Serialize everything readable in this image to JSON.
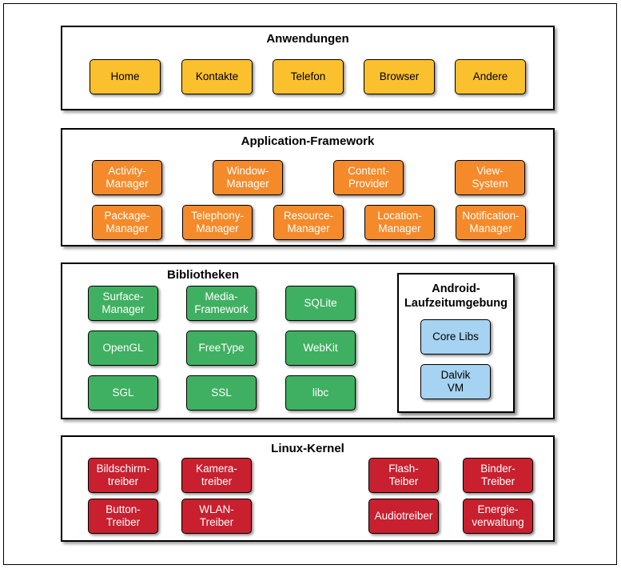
{
  "layers": {
    "applications": {
      "title": "Anwendungen",
      "items": [
        "Home",
        "Kontakte",
        "Telefon",
        "Browser",
        "Andere"
      ]
    },
    "framework": {
      "title": "Application-Framework",
      "row1": [
        "Activity-\nManager",
        "Window-\nManager",
        "Content-\nProvider",
        "View-\nSystem"
      ],
      "row2": [
        "Package-\nManager",
        "Telephony-\nManager",
        "Resource-\nManager",
        "Location-\nManager",
        "Notification-\nManager"
      ]
    },
    "libraries": {
      "title": "Bibliotheken",
      "items": [
        "Surface-\nManager",
        "Media-\nFramework",
        "SQLite",
        "OpenGL",
        "FreeType",
        "WebKit",
        "SGL",
        "SSL",
        "libc"
      ]
    },
    "runtime": {
      "title": "Android-\nLaufzeitumgebung",
      "items": [
        "Core Libs",
        "Dalvik\nVM"
      ]
    },
    "kernel": {
      "title": "Linux-Kernel",
      "items": [
        "Bildschirm-\ntreiber",
        "Kamera-\ntreiber",
        "Flash-\nTeiber",
        "Binder-\nTreiber",
        "Button-\nTreiber",
        "WLAN-\nTreiber",
        "Audiotreiber",
        "Energie-\nverwaltung"
      ]
    }
  },
  "colors": {
    "applications": "#fbc02d",
    "framework": "#f58a2a",
    "libraries": "#3fb061",
    "runtime": "#a6d3f2",
    "kernel": "#c8202f"
  }
}
